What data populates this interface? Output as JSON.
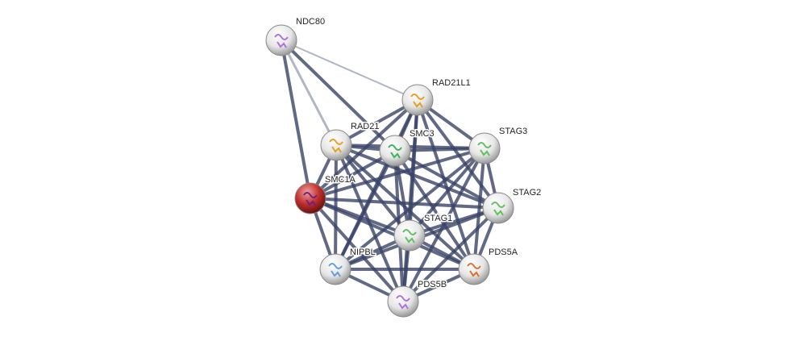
{
  "network": {
    "colors": {
      "edge_strong": "#3a4467",
      "edge_weak": "#a9aec0",
      "query_node": "#c0302e",
      "node": "#e8e8e8"
    },
    "nodes": [
      {
        "id": "NDC80",
        "label": "NDC80",
        "query": false,
        "tint": "#b070e0"
      },
      {
        "id": "RAD21L1",
        "label": "RAD21L1",
        "query": false,
        "tint": "#e8a020"
      },
      {
        "id": "RAD21",
        "label": "RAD21",
        "query": false,
        "tint": "#e8a020"
      },
      {
        "id": "SMC3",
        "label": "SMC3",
        "query": false,
        "tint": "#40b060"
      },
      {
        "id": "STAG3",
        "label": "STAG3",
        "query": false,
        "tint": "#60c060"
      },
      {
        "id": "SMC1A",
        "label": "SMC1A",
        "query": true,
        "tint": "#702080"
      },
      {
        "id": "STAG2",
        "label": "STAG2",
        "query": false,
        "tint": "#60c060"
      },
      {
        "id": "STAG1",
        "label": "STAG1",
        "query": false,
        "tint": "#60c060"
      },
      {
        "id": "NIPBL",
        "label": "NIPBL",
        "query": false,
        "tint": "#60a0e0"
      },
      {
        "id": "PDS5A",
        "label": "PDS5A",
        "query": false,
        "tint": "#e07030"
      },
      {
        "id": "PDS5B",
        "label": "PDS5B",
        "query": false,
        "tint": "#b070e0"
      }
    ],
    "edges": [
      [
        "NDC80",
        "SMC1A",
        "strong"
      ],
      [
        "NDC80",
        "RAD21",
        "weak"
      ],
      [
        "NDC80",
        "SMC3",
        "strong"
      ],
      [
        "NDC80",
        "RAD21L1",
        "weak-thin"
      ]
    ],
    "complete_clique": [
      "RAD21L1",
      "RAD21",
      "SMC3",
      "STAG3",
      "SMC1A",
      "STAG2",
      "STAG1",
      "NIPBL",
      "PDS5A",
      "PDS5B"
    ]
  }
}
